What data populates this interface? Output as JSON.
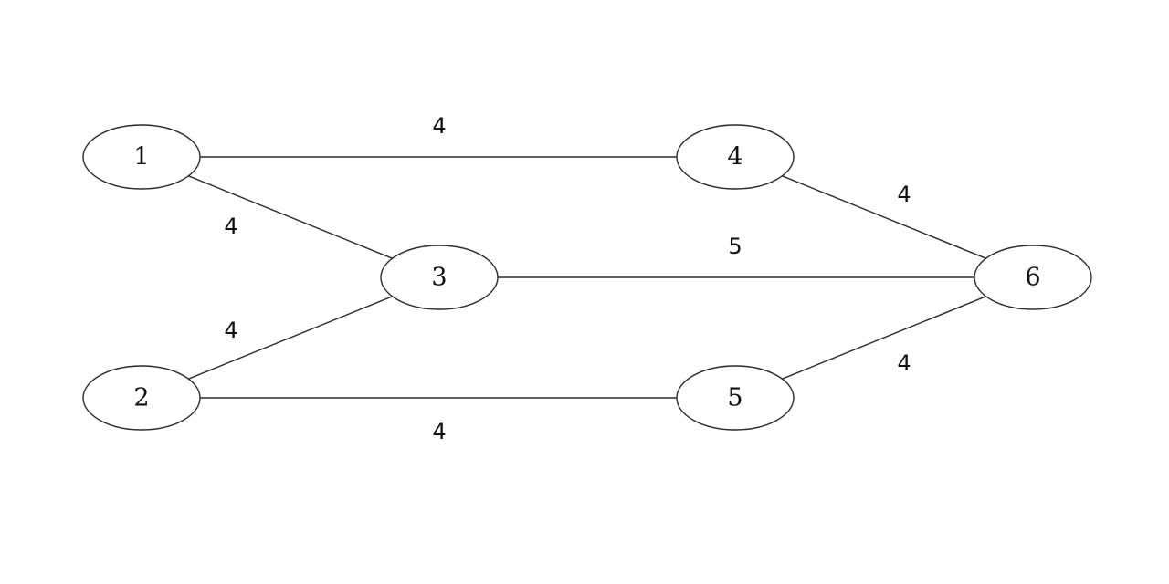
{
  "graph": {
    "nodes": [
      {
        "id": "1",
        "label": "1"
      },
      {
        "id": "2",
        "label": "2"
      },
      {
        "id": "3",
        "label": "3"
      },
      {
        "id": "4",
        "label": "4"
      },
      {
        "id": "5",
        "label": "5"
      },
      {
        "id": "6",
        "label": "6"
      }
    ],
    "edges": [
      {
        "from": "1",
        "to": "4",
        "weight": "4"
      },
      {
        "from": "1",
        "to": "3",
        "weight": "4"
      },
      {
        "from": "2",
        "to": "3",
        "weight": "4"
      },
      {
        "from": "2",
        "to": "5",
        "weight": "4"
      },
      {
        "from": "3",
        "to": "6",
        "weight": "5"
      },
      {
        "from": "4",
        "to": "6",
        "weight": "4"
      },
      {
        "from": "5",
        "to": "6",
        "weight": "4"
      }
    ],
    "colors": {
      "stroke": "#2a2a2a",
      "text": "#111111",
      "background": "#ffffff"
    }
  }
}
